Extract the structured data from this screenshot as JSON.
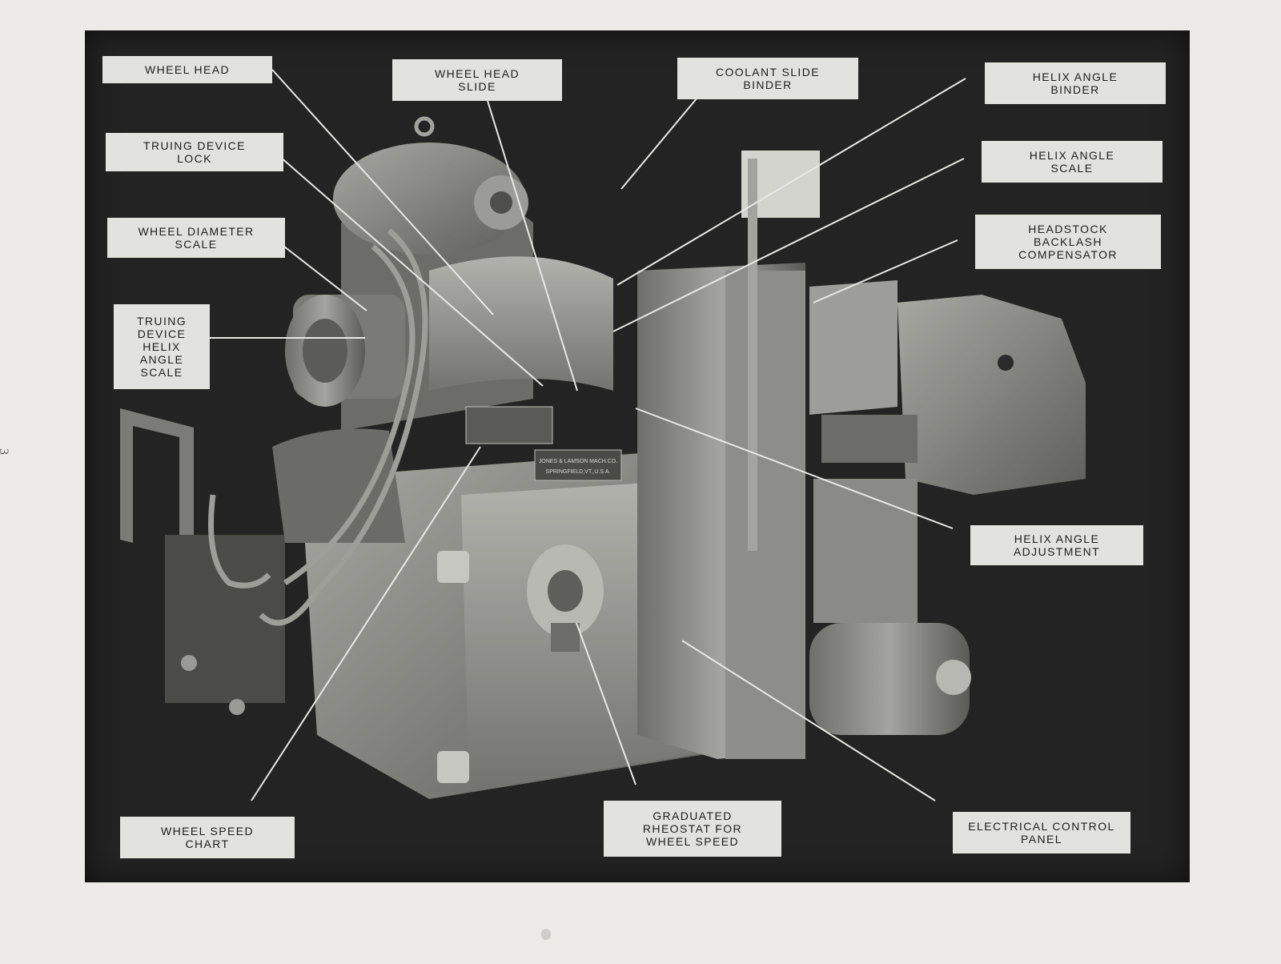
{
  "page": {
    "number": "3"
  },
  "labels": {
    "wheel_head": "WHEEL HEAD",
    "wheel_head_slide": "WHEEL HEAD\nSLIDE",
    "coolant_slide_binder": "COOLANT SLIDE\nBINDER",
    "helix_angle_binder": "HELIX ANGLE\nBINDER",
    "truing_device_lock": "TRUING DEVICE\nLOCK",
    "helix_angle_scale": "HELIX ANGLE\nSCALE",
    "wheel_diameter_scale": "WHEEL DIAMETER\nSCALE",
    "headstock_backlash_compensator": "HEADSTOCK\nBACKLASH\nCOMPENSATOR",
    "truing_device_helix_angle_scale": "TRUING\nDEVICE\nHELIX\nANGLE\nSCALE",
    "helix_angle_adjustment": "HELIX ANGLE\nADJUSTMENT",
    "wheel_speed_chart": "WHEEL SPEED\nCHART",
    "graduated_rheostat": "GRADUATED\nRHEOSTAT FOR\nWHEEL SPEED",
    "electrical_control_panel": "ELECTRICAL CONTROL\nPANEL"
  },
  "nameplate": {
    "line1": "JONES & LAMSON MACH.CO.",
    "line2": "SPRINGFIELD,VT.,U.S.A."
  },
  "colors": {
    "page_background": "#ecebe7",
    "photo_background": "#232323",
    "label_background": "#e2e2de",
    "leader_line": "#e8e8e4",
    "machine_gray": "#8a8a86"
  }
}
